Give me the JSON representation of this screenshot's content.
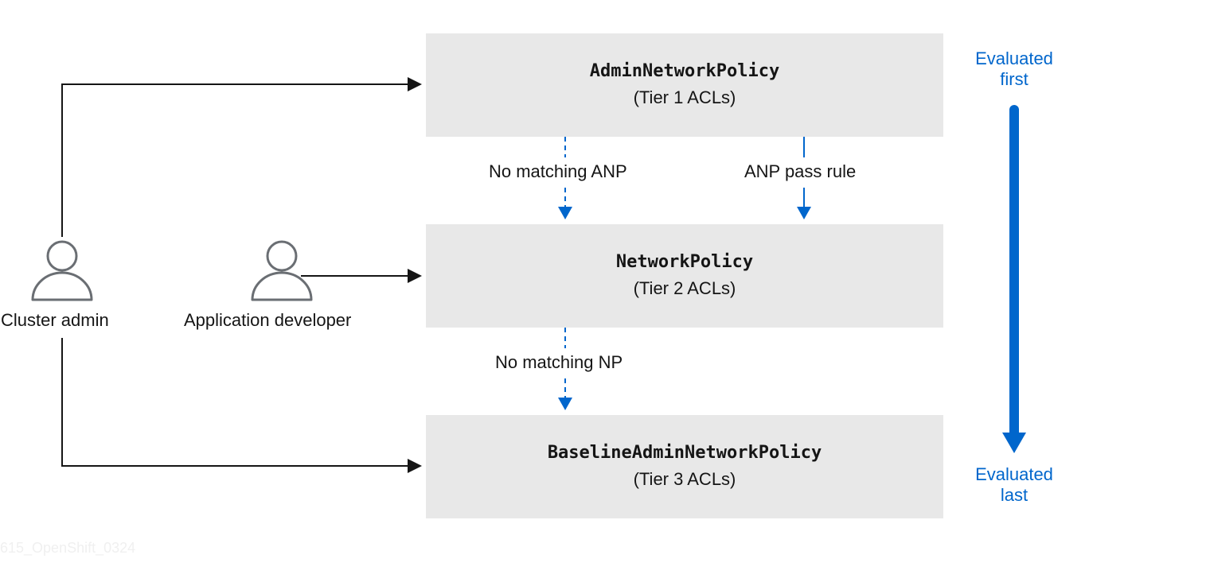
{
  "tiers": [
    {
      "title": "AdminNetworkPolicy",
      "subtitle": "(Tier 1 ACLs)"
    },
    {
      "title": "NetworkPolicy",
      "subtitle": "(Tier 2 ACLs)"
    },
    {
      "title": "BaselineAdminNetworkPolicy",
      "subtitle": "(Tier 3 ACLs)"
    }
  ],
  "edges": {
    "no_matching_anp": "No matching ANP",
    "anp_pass_rule": "ANP pass rule",
    "no_matching_np": "No matching NP"
  },
  "actors": {
    "cluster_admin": "Cluster admin",
    "app_developer": "Application developer"
  },
  "evaluation": {
    "first_line1": "Evaluated",
    "first_line2": "first",
    "last_line1": "Evaluated",
    "last_line2": "last"
  },
  "figure_id": "615_OpenShift_0324",
  "colors": {
    "box_fill": "#e8e8e8",
    "accent_blue": "#0066cc",
    "line_dark": "#151515",
    "icon_gray": "#6a6e73"
  }
}
